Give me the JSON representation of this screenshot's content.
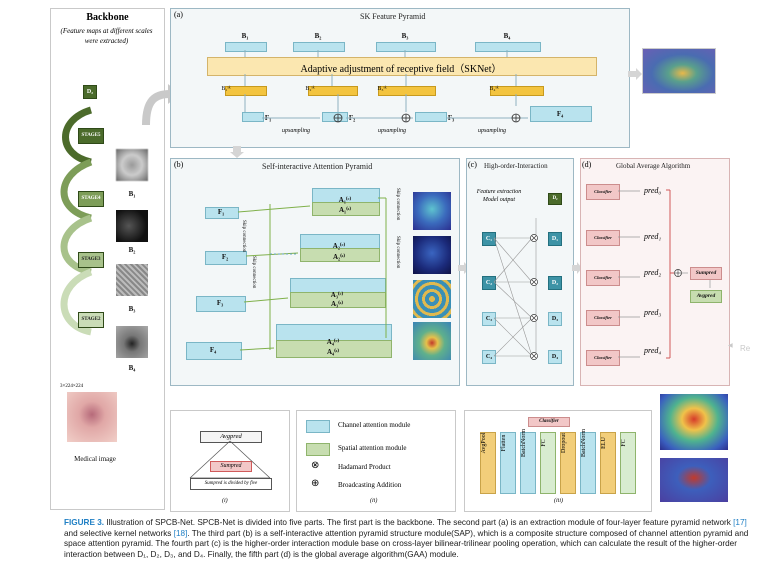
{
  "backbone": {
    "title": "Backbone",
    "subtitle": "(Feature maps at different scales were extracted)",
    "d2_label": "D₂",
    "stages": [
      "STAGE5",
      "STAGE4",
      "STAGE3",
      "STAGE2"
    ],
    "b_labels": [
      "B₁",
      "B₂",
      "B₃",
      "B₄"
    ],
    "input_size": "3×224×224",
    "input_caption": "Medical image"
  },
  "panel_a": {
    "tag": "(a)",
    "title": "SK Feature Pyramid",
    "inputs": [
      "B₁",
      "B₂",
      "B₃",
      "B₄"
    ],
    "sknet_label": "Adaptive adjustment of receptive field（SKNet）",
    "sk_outputs": [
      "B₁ˢᵏ",
      "B₂ˢᵏ",
      "B₃ˢᵏ",
      "B₄ˢᵏ"
    ],
    "f_labels": [
      "F₁",
      "F₂",
      "F₃",
      "F₄"
    ],
    "upsampling": "upsampling"
  },
  "panel_b": {
    "tag": "(b)",
    "title": "Self-interactive Attention Pyramid",
    "f_labels": [
      "F₁",
      "F₂",
      "F₃",
      "F₄"
    ],
    "a_labels": [
      [
        "A₁⁽ᶜ⁾",
        "A₁⁽ˢ⁾"
      ],
      [
        "A₂⁽ᶜ⁾",
        "A₂⁽ˢ⁾"
      ],
      [
        "A₃⁽ᶜ⁾",
        "A₃⁽ˢ⁾"
      ],
      [
        "A₄⁽ᶜ⁾",
        "A₄⁽ˢ⁾"
      ]
    ],
    "skip_connection": "Skip connection"
  },
  "panel_c": {
    "tag": "(c)",
    "title": "High-order-Interaction",
    "feature_label": "Feature extraction Model output",
    "c_labels": [
      "C₁",
      "C₂",
      "C₃",
      "C₄"
    ],
    "d_labels": [
      "D₁",
      "D₂",
      "D₃",
      "D₄"
    ],
    "d2_top": "D₂"
  },
  "panel_d": {
    "tag": "(d)",
    "title": "Global Average Algorithm",
    "classifier": "Classifier",
    "preds": [
      "pred₀",
      "pred₁",
      "pred₂",
      "pred₃",
      "pred₄"
    ],
    "sumpred": "Sumpred",
    "avgpred": "Avgpred"
  },
  "legend": {
    "items": [
      "Channel attention module",
      "Spatial attention module",
      "Hadamard Product",
      "Broadcasting Addition"
    ],
    "avgpred": "Avgpred",
    "sumpred": "Sumpred",
    "note": "Sumpred is divided by five",
    "sub_tags": [
      "(i)",
      "(ii)",
      "(iii)"
    ]
  },
  "classifier_detail": {
    "title": "Classifier",
    "layers": [
      "AvgPool",
      "Flatten",
      "BatchNorm",
      "FC",
      "Dropout",
      "BatchNorm",
      "ELU",
      "FC"
    ]
  },
  "caption": {
    "label": "FIGURE 3.",
    "text_1": " Illustration of SPCB-Net. SPCB-Net is divided into five parts. The first part is the backbone. The second part (a) is an extraction module of four-layer feature pyramid network ",
    "ref_1": "[17]",
    "text_2": " and selective kernel networks ",
    "ref_2": "[18]",
    "text_3": ". The third part (b) is a self-interactive attention pyramid structure module(SAP), which is a composite structure composed of channel attention pyramid and space attention pyramid. The fourth part (c) is the higher-order interaction module base on cross-layer bilinear-trilinear pooling operation, which can calculate the result of the higher-order interaction between D₁, D₂, D₃, and D₄. Finally, the fifth part (d) is the global average algorithm(GAA) module."
  },
  "side_text": "Re"
}
